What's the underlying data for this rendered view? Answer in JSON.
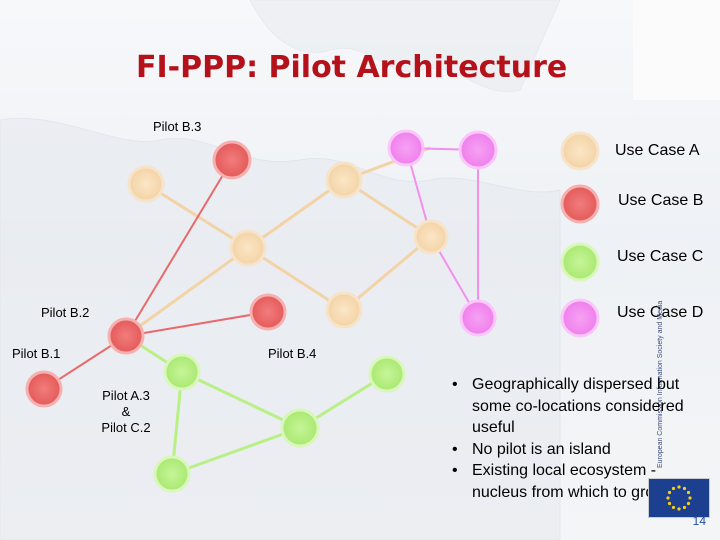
{
  "title": "FI-PPP: Pilot Architecture",
  "colors": {
    "use_case_a": "#f6ddb8",
    "use_case_b": "#ec6a6a",
    "use_case_c": "#b9f085",
    "use_case_d": "#f38ff0",
    "title_red": "#b5111a"
  },
  "pilot_labels": {
    "b3": "Pilot B.3",
    "b2": "Pilot B.2",
    "b1": "Pilot B.1",
    "b4": "Pilot B.4",
    "a3_line1": "Pilot A.3",
    "a3_line2": "&",
    "a3_line3": "Pilot C.2"
  },
  "legend": [
    {
      "label": "Use Case A",
      "color_key": "use_case_a"
    },
    {
      "label": "Use Case B",
      "color_key": "use_case_b"
    },
    {
      "label": "Use Case C",
      "color_key": "use_case_c"
    },
    {
      "label": "Use Case D",
      "color_key": "use_case_d"
    }
  ],
  "bullets": [
    "Geographically dispersed but some co-locations considered useful",
    "No pilot is an island",
    "Existing local ecosystem - nucleus from which to grow"
  ],
  "ec_badge_text": "European Commission Information Society and Media",
  "page_number": "14"
}
